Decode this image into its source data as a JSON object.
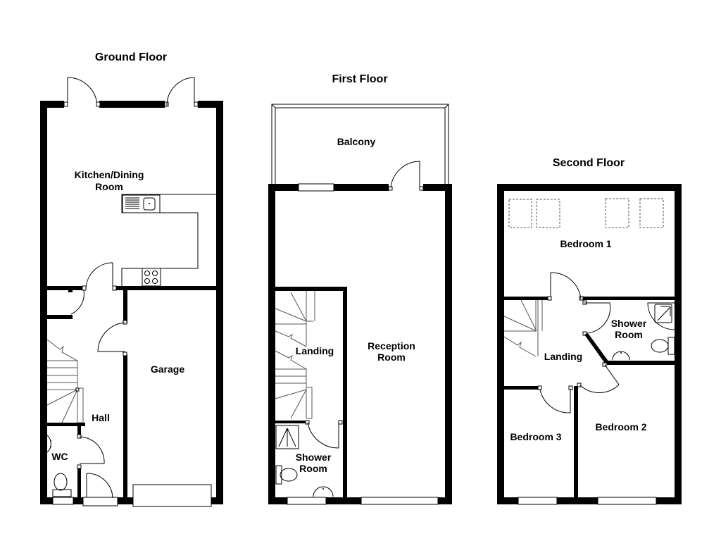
{
  "floors": {
    "ground": {
      "title": "Ground Floor",
      "rooms": {
        "kitchen_line1": "Kitchen/Dining",
        "kitchen_line2": "Room",
        "garage": "Garage",
        "hall": "Hall",
        "wc": "WC"
      }
    },
    "first": {
      "title": "First Floor",
      "rooms": {
        "balcony": "Balcony",
        "landing": "Landing",
        "reception_line1": "Reception",
        "reception_line2": "Room",
        "shower_line1": "Shower",
        "shower_line2": "Room"
      }
    },
    "second": {
      "title": "Second Floor",
      "rooms": {
        "bedroom1": "Bedroom 1",
        "shower_line1": "Shower",
        "shower_line2": "Room",
        "landing": "Landing",
        "bedroom2": "Bedroom 2",
        "bedroom3": "Bedroom 3"
      }
    }
  },
  "colors": {
    "wall": "#000000",
    "background": "#ffffff"
  }
}
